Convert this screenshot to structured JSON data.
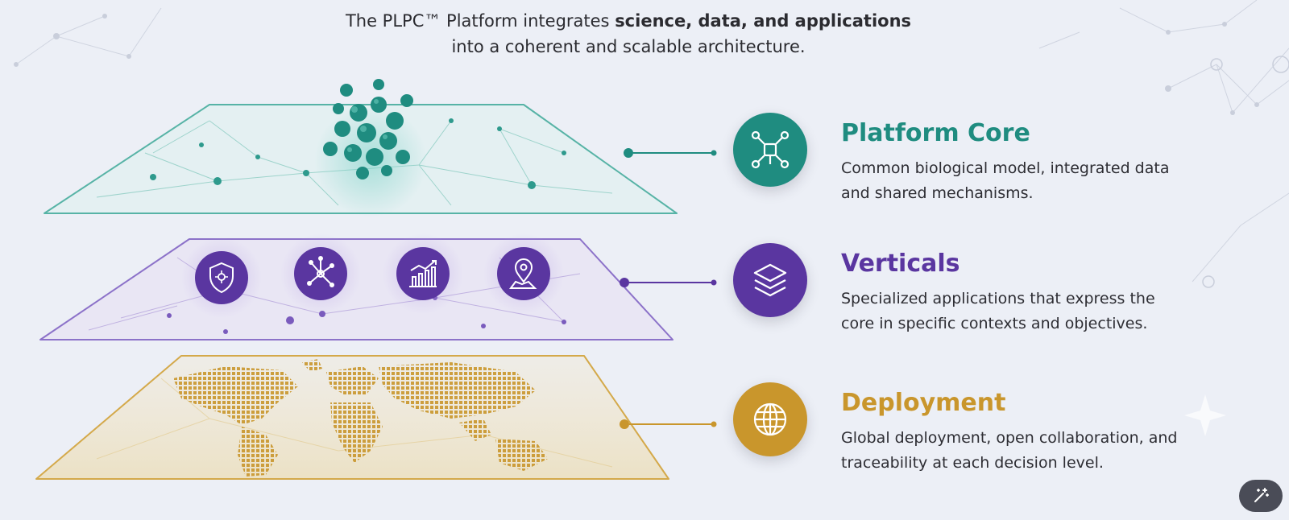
{
  "headline": {
    "line1_prefix": "The PLPC™ Platform integrates ",
    "line1_strong": "science, data, and applications",
    "line2": "into a coherent and scalable architecture."
  },
  "colors": {
    "core": "#1F8C80",
    "verticals": "#5A36A0",
    "deployment": "#C9962C",
    "background": "#ECEFF6"
  },
  "layers": [
    {
      "id": "core",
      "title": "Platform Core",
      "description": "Common biological model, integrated data and shared mechanisms.",
      "badge_icon": "network-nodes-icon",
      "layer_art": "molecule-cluster-icon"
    },
    {
      "id": "verticals",
      "title": "Verticals",
      "description": "Specialized applications that express the core in specific contexts and objectives.",
      "badge_icon": "stacked-layers-icon",
      "layer_icons": [
        "shield-icon",
        "network-hub-icon",
        "growth-chart-icon",
        "map-pin-icon"
      ]
    },
    {
      "id": "deployment",
      "title": "Deployment",
      "description": "Global deployment, open collaboration, and traceability at each decision level.",
      "badge_icon": "globe-icon",
      "layer_art": "world-map-icon"
    }
  ],
  "toolbar": {
    "icon": "magic-wand-icon"
  }
}
